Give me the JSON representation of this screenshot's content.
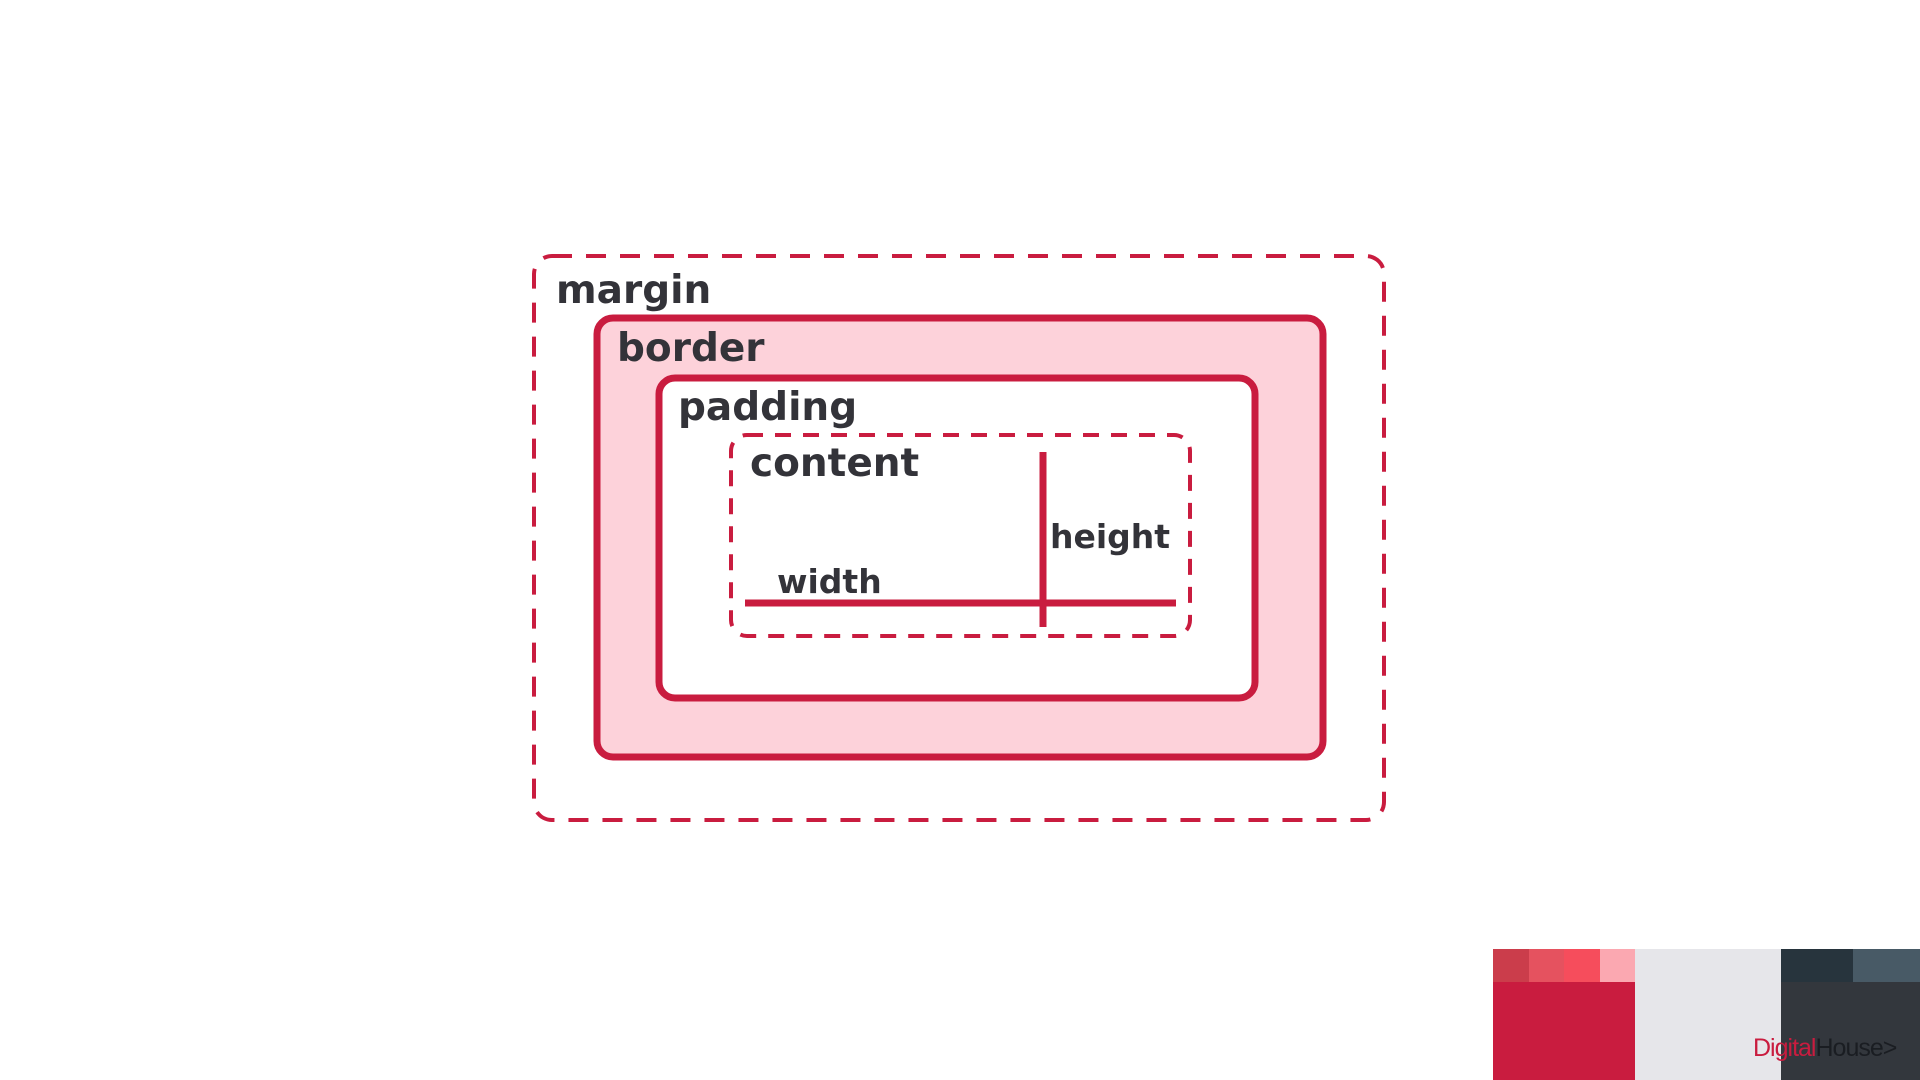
{
  "labels": {
    "margin": "margin",
    "border": "border",
    "padding": "padding",
    "content": "content",
    "width": "width",
    "height": "height"
  },
  "brand": {
    "name_part1": "Digital",
    "name_part2": "House",
    "arrow": ">"
  },
  "colors": {
    "accent": "#c91c3f",
    "border_fill": "#fdd2da",
    "text": "#333339",
    "background": "#ffffff"
  }
}
